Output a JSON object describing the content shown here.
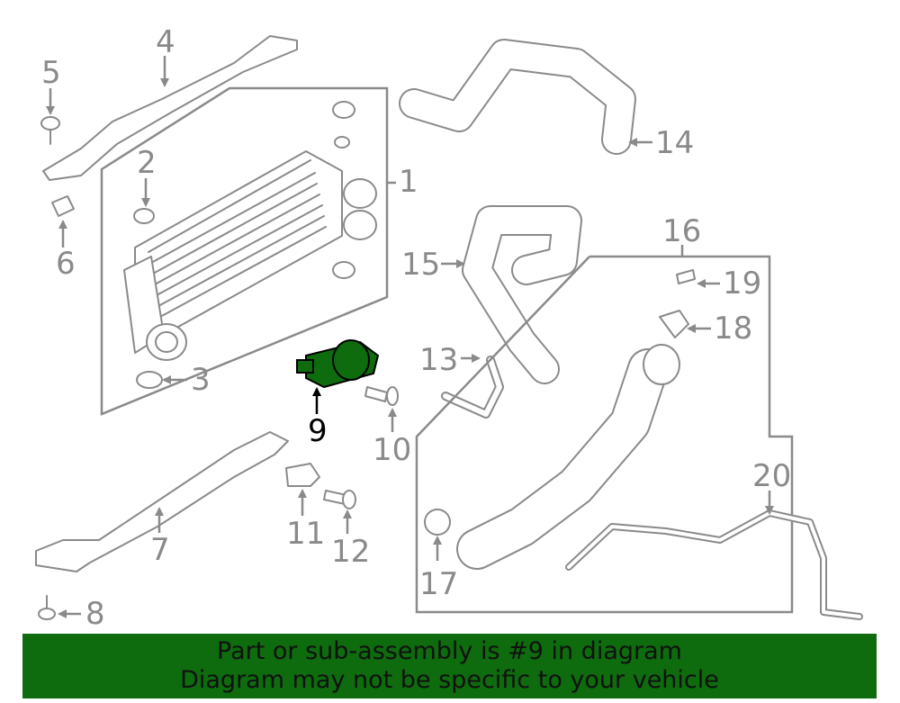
{
  "callouts": [
    "1",
    "2",
    "3",
    "4",
    "5",
    "6",
    "7",
    "8",
    "9",
    "10",
    "11",
    "12",
    "13",
    "14",
    "15",
    "16",
    "17",
    "18",
    "19",
    "20"
  ],
  "highlighted_callout": "9",
  "highlight_color": "#0e6b0e",
  "part_color": "#8a8a8a",
  "banner": {
    "line1": "Part or sub-assembly is #9 in diagram",
    "line2": "Diagram may not be specific to your vehicle",
    "background": "#0e6b0e"
  }
}
